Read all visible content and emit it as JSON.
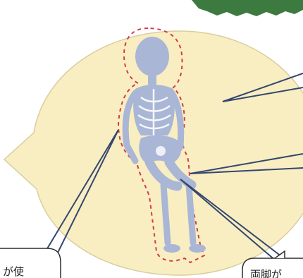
{
  "colors": {
    "speech_bubble_fill": "#f9eec1",
    "speech_bubble_stroke": "#d9cd9f",
    "badge_green": "#3d7a3f",
    "skeleton_fill": "#a9b6d6",
    "skeleton_bone": "#ffffff",
    "outline_dash": "#d23a4f",
    "pointer_line": "#34466f",
    "callout_border": "#2d2d2d"
  },
  "icons": {
    "figure": "seated-skeleton-icon",
    "badge": "green-starburst-badge"
  },
  "callouts": {
    "left_text": "が使",
    "right_text": "両脚が"
  }
}
